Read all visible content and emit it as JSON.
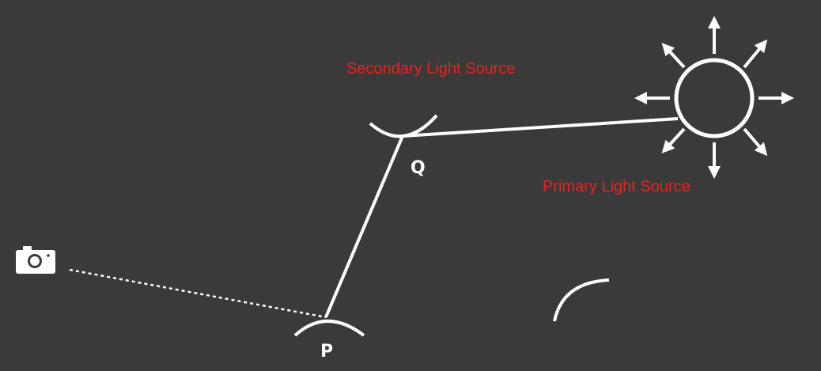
{
  "labels": {
    "secondary_light": "Secondary Light Source",
    "primary_light": "Primary Light Source",
    "point_q": "Q",
    "point_p": "P"
  },
  "colors": {
    "background": "#3a3a3a",
    "stroke": "#ffffff",
    "label_red": "#e8231f"
  },
  "icons": {
    "camera": "camera-icon",
    "light": "sun-icon"
  }
}
